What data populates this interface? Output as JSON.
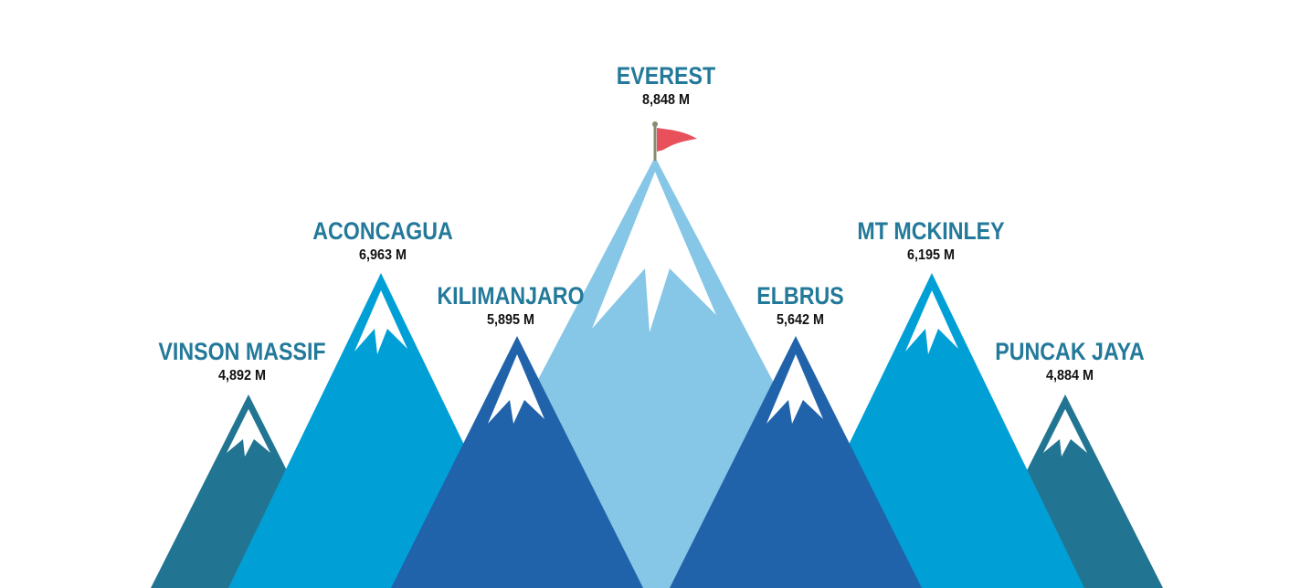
{
  "mountains": [
    {
      "name": "VINSON MASSIF",
      "height": "4,892 M",
      "color": "#227592",
      "snow": "#ffffff"
    },
    {
      "name": "ACONCAGUA",
      "height": "6,963 M",
      "color": "#00a0d6",
      "snow": "#ffffff"
    },
    {
      "name": "KILIMANJARO",
      "height": "5,895 M",
      "color": "#2163aa",
      "snow": "#ffffff"
    },
    {
      "name": "EVEREST",
      "height": "8,848 M",
      "color": "#86c6e6",
      "snow": "#ffffff"
    },
    {
      "name": "ELBRUS",
      "height": "5,642 M",
      "color": "#2163aa",
      "snow": "#ffffff"
    },
    {
      "name": "MT MCKINLEY",
      "height": "6,195 M",
      "color": "#00a0d6",
      "snow": "#ffffff"
    },
    {
      "name": "PUNCAK JAYA",
      "height": "4,884 M",
      "color": "#227592",
      "snow": "#ffffff"
    }
  ],
  "flag": {
    "color": "#e8505b",
    "pole": "#8a8a70"
  },
  "label_color": "#23799a"
}
